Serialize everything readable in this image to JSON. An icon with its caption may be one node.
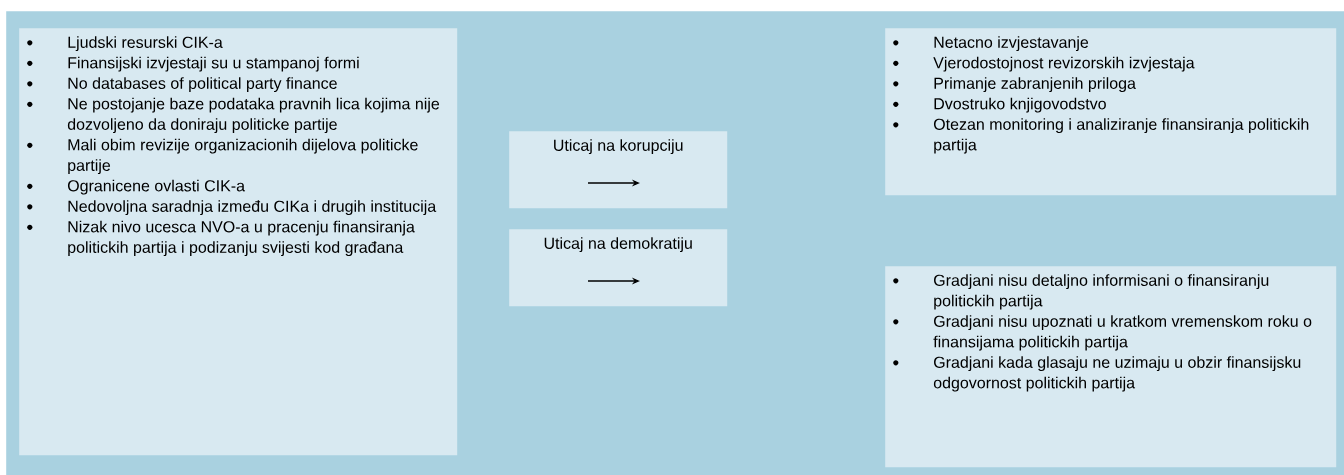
{
  "diagram": {
    "nodes": [
      {
        "text": [],
        "shape": "box"
      },
      {
        "text": [
          "Ljudski resurski CIK-a",
          "Finansijski izvjestaji su u stampanoj formi",
          "No databases of political party finance",
          "Ne postojanje baze podataka pravnih lica kojima nije dozvoljeno da doniraju politicke partije",
          "Mali obim revizije organizacionih dijelova politicke partije",
          "Ogranicene ovlasti CIK-a",
          "Nedovoljna saradnja između CIKa i drugih institucija",
          "Nizak nivo ucesca NVO-a u pracenju finansiranja politickih partija i podizanju svijesti kod građana"
        ],
        "in": 0
      },
      {
        "text": [
          "Uticaj na korupciju"
        ],
        "in": 0
      },
      {
        "text": [
          "Netacno izvjestavanje",
          "Vjerodostojnost revizorskih izvjestaja",
          "Primanje zabranjenih priloga",
          "Dvostruko knjigovodstvo",
          "Otezan monitoring i analiziranje finansiranja politickih partija"
        ],
        "in": 0
      },
      {
        "text": [
          "Uticaj na demokratiju"
        ],
        "in": 0
      },
      {
        "text": [
          "Gradjani nisu detaljno informisani o finansiranju politickih partija",
          "Gradjani nisu upoznati u kratkom vremenskom roku o finansijama politickih partija",
          "Gradjani kada glasaju ne uzimaju u obzir finansijsku odgovornost politickih partija"
        ],
        "in": 0
      }
    ]
  }
}
